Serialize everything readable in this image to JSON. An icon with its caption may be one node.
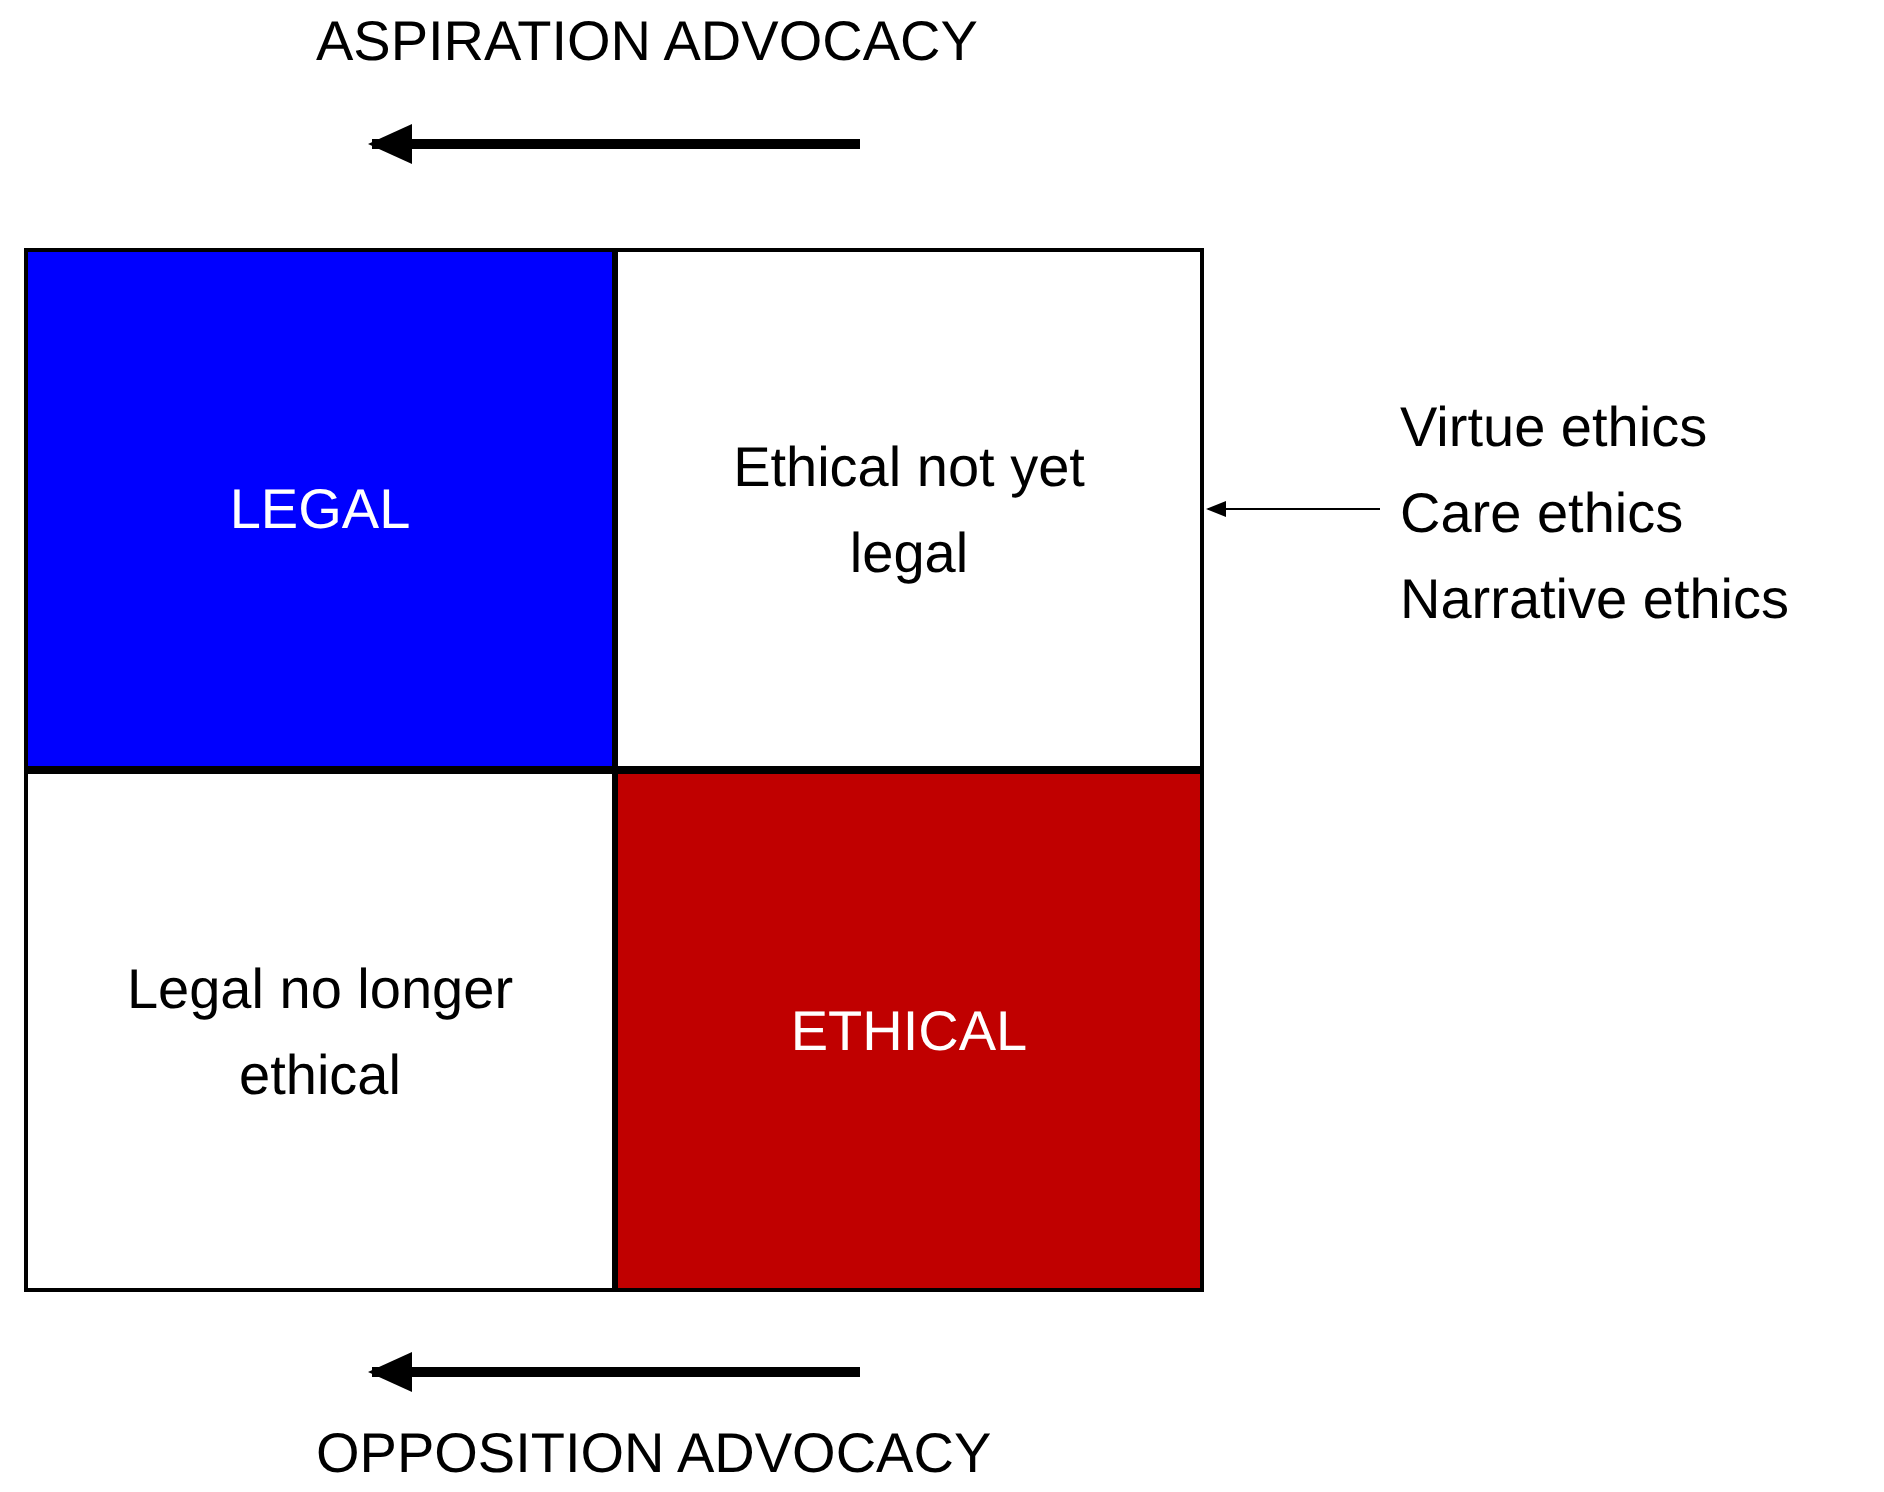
{
  "diagram": {
    "nodes": [
      {
        "text": [
          "LEGAL"
        ]
      },
      {
        "text": [
          "Ethical not yet legal"
        ]
      },
      {
        "text": [
          "Legal no longer ethical"
        ]
      },
      {
        "text": [
          "ETHICAL"
        ]
      },
      {
        "text": [
          "Virtue ethics",
          "Care ethics",
          "Narrative ethics"
        ]
      }
    ],
    "edges": [
      {
        "from": 4,
        "to": 1,
        "arrow": "to"
      }
    ],
    "labels": [
      "ASPIRATION ADVOCACY",
      "OPPOSITION ADVOCACY"
    ]
  }
}
